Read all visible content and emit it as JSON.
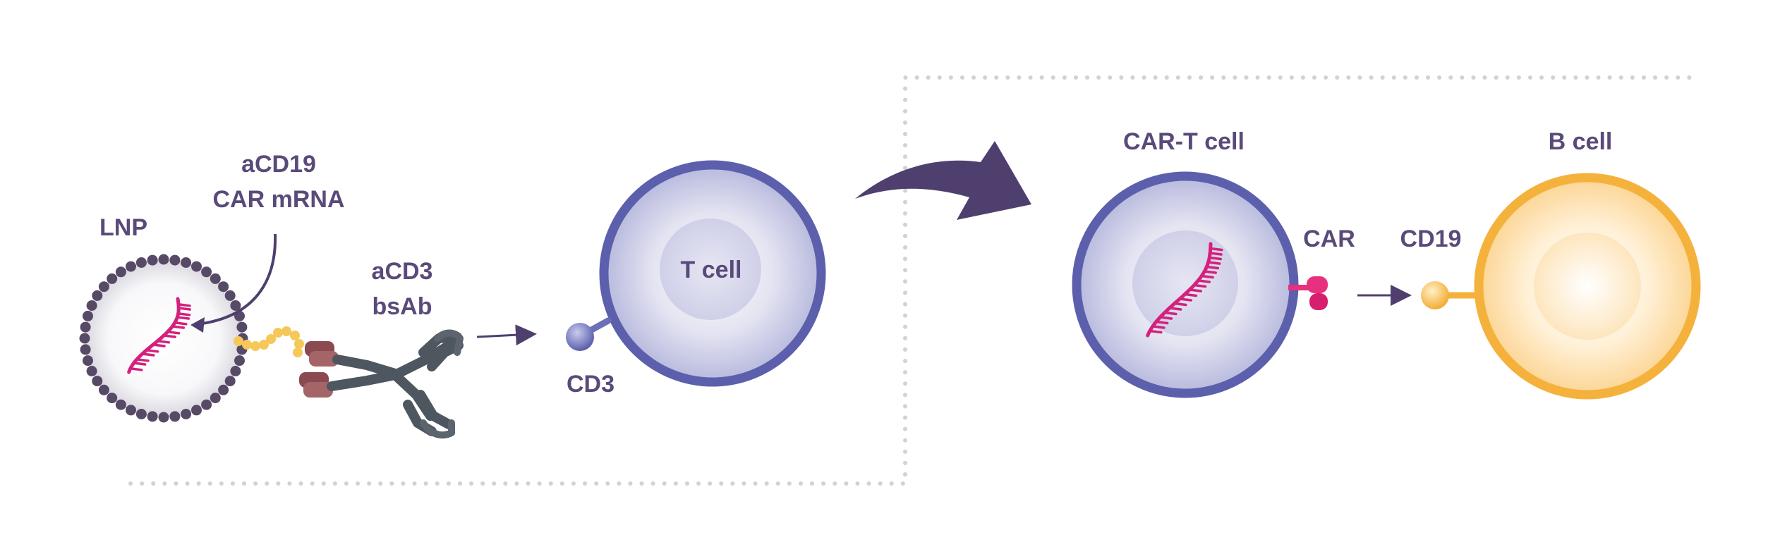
{
  "labels": {
    "lnp": "LNP",
    "mrna_line1": "aCD19",
    "mrna_line2": "CAR mRNA",
    "bsab_line1": "aCD3",
    "bsab_line2": "bsAb",
    "tcell": "T cell",
    "cd3": "CD3",
    "cart_cell": "CAR-T cell",
    "bcell": "B cell",
    "car": "CAR",
    "cd19": "CD19"
  },
  "colors": {
    "text": "#5a4a7a",
    "t_cell_border": "#5c5fac",
    "t_cell_fill_inner": "#ffffff",
    "t_cell_fill_outer": "#b4b6dc",
    "b_cell_border": "#f4b23c",
    "b_cell_fill_outer": "#fcd89a",
    "mrna": "#d4217c",
    "car": "#e8307f",
    "big_arrow": "#4f3f6e",
    "small_arrow": "#4f3f6e",
    "dotted_border": "#d0d0d0",
    "lnp_bead": "#564a66",
    "linker": "#f6c85a",
    "antibody": "#4e5660",
    "antibody_fab": "#8a4a50"
  }
}
